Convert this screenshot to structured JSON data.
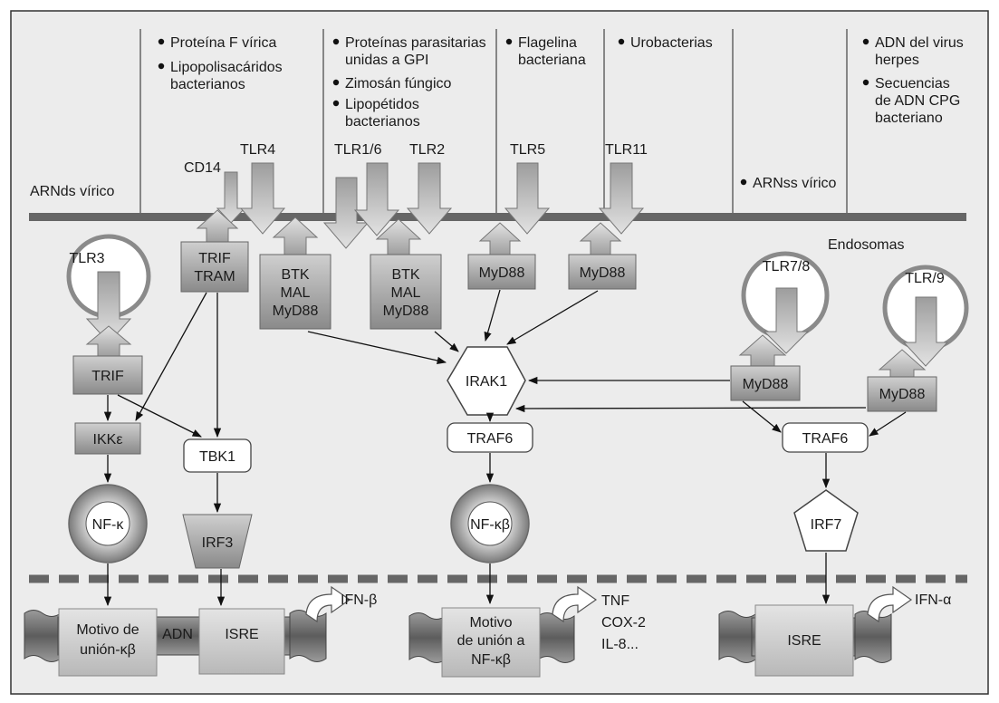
{
  "colors": {
    "background": "#ececec",
    "membrane": "#666666",
    "box_gray": "#9a9a9a",
    "arrow_gray": "#b4b4b4",
    "white": "#ffffff"
  },
  "ligands": {
    "col1": [
      "Proteína F vírica",
      "Lipopolisacáridos",
      "bacterianos"
    ],
    "col2": [
      "Proteínas parasitarias",
      "unidas a GPI",
      "Zimosán fúngico",
      "Lipopétidos",
      "bacterianos"
    ],
    "col3": [
      "Flagelina",
      "bacteriana"
    ],
    "col4": "Urobacterias",
    "col5": [
      "ADN del virus",
      "herpes",
      "Secuencias",
      "de ADN CPG",
      "bacteriano"
    ],
    "arndsvirico": "ARNds vírico",
    "arnssvirico": "ARNss vírico"
  },
  "receptors": {
    "cd14": "CD14",
    "tlr4": "TLR4",
    "tlr16": "TLR1/6",
    "tlr2": "TLR2",
    "tlr5": "TLR5",
    "tlr11": "TLR11",
    "tlr3": "TLR3",
    "tlr78": "TLR7/8",
    "tlr9": "TLR/9"
  },
  "endosomas": "Endosomas",
  "adaptors": {
    "trif_tram": [
      "TRIF",
      "TRAM"
    ],
    "btk1": [
      "BTK",
      "MAL",
      "MyD88"
    ],
    "btk2": [
      "BTK",
      "MAL",
      "MyD88"
    ],
    "myd88_5": "MyD88",
    "myd88_11": "MyD88",
    "myd88_78": "MyD88",
    "myd88_9": "MyD88",
    "trif": "TRIF"
  },
  "nodes": {
    "irak1": "IRAK1",
    "traf6_a": "TRAF6",
    "traf6_b": "TRAF6",
    "ikke": "IKKε",
    "tbk1": "TBK1",
    "irf3": "IRF3",
    "irf7": "IRF7",
    "nfk1": "NF-κ",
    "nfk2": "NF-κβ"
  },
  "dna": {
    "motivo1": [
      "Motivo de",
      "unión-κβ"
    ],
    "adn": "ADN",
    "isre1": "ISRE",
    "ifnb": "IFN-β",
    "motivo2": [
      "Motivo",
      "de unión a",
      "NF-κβ"
    ],
    "outputs2": [
      "TNF",
      "COX-2",
      "IL-8..."
    ],
    "isre2": "ISRE",
    "ifna": "IFN-α"
  }
}
